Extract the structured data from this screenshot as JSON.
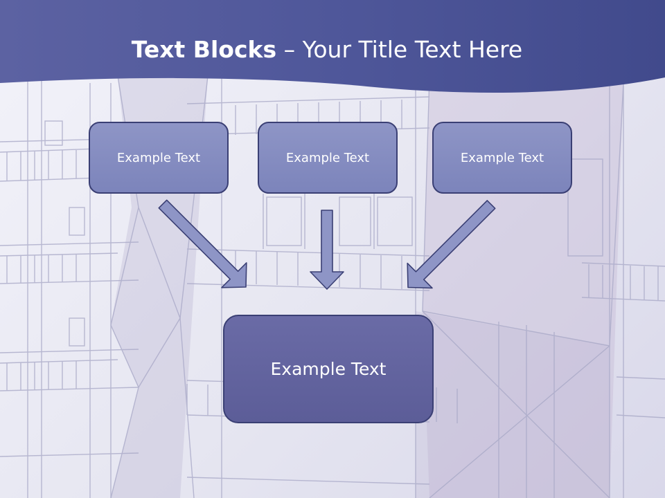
{
  "slide": {
    "title_bold": "Text Blocks",
    "title_dash": " – ",
    "title_rest": "Your Title Text Here"
  },
  "diagram": {
    "top_boxes": [
      "Example Text",
      "Example Text",
      "Example Text"
    ],
    "main_box": "Example Text"
  },
  "colors": {
    "header": "#4a5496",
    "box_light": "#8a91c3",
    "box_dark": "#62639e",
    "border": "#3a3f74",
    "arrow_fill": "#8e95c6"
  }
}
